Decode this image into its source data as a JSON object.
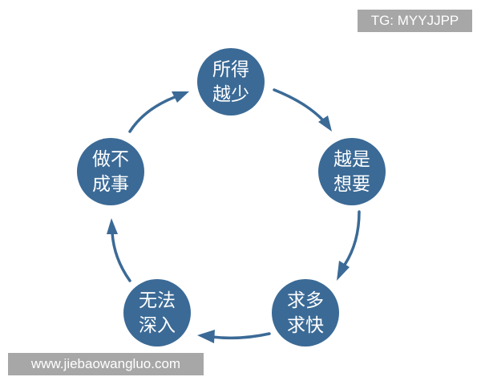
{
  "diagram": {
    "type": "cycle",
    "direction": "clockwise",
    "color": "#3b6a96",
    "nodes": [
      {
        "id": "top",
        "lines": [
          "所得",
          "越少"
        ]
      },
      {
        "id": "right",
        "lines": [
          "越是",
          "想要"
        ]
      },
      {
        "id": "bottom-right",
        "lines": [
          "求多",
          "求快"
        ]
      },
      {
        "id": "bottom-left",
        "lines": [
          "无法",
          "深入"
        ]
      },
      {
        "id": "left",
        "lines": [
          "做不",
          "成事"
        ]
      }
    ],
    "edges": [
      {
        "from": "top",
        "to": "right"
      },
      {
        "from": "right",
        "to": "bottom-right"
      },
      {
        "from": "bottom-right",
        "to": "bottom-left"
      },
      {
        "from": "bottom-left",
        "to": "left"
      },
      {
        "from": "left",
        "to": "top"
      }
    ]
  },
  "watermarks": {
    "top_right": "TG: MYYJJPP",
    "bottom_left": "www.jiebaowangluo.com",
    "background_color": "#a7a7a7"
  }
}
